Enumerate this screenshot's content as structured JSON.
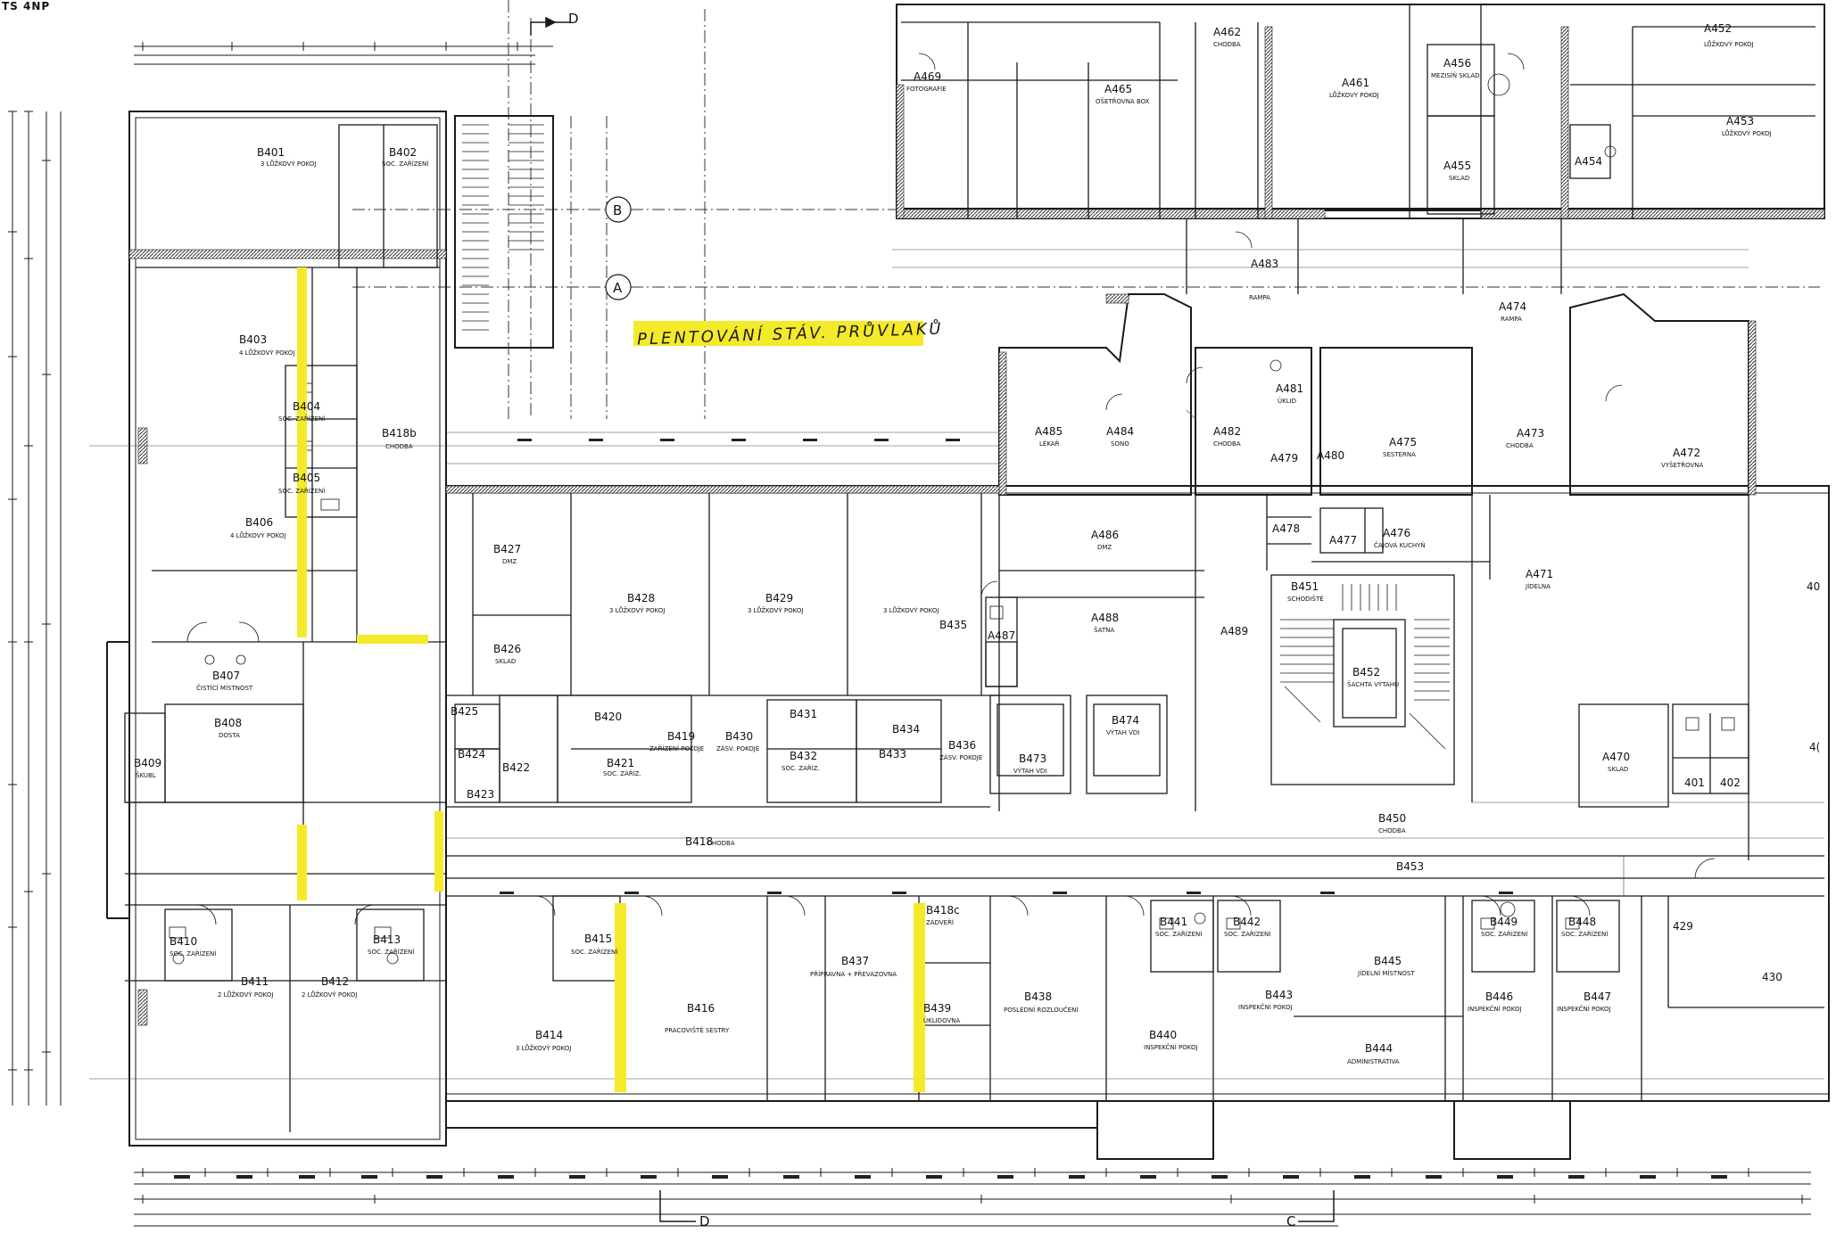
{
  "sheet_label": "TS 4NP",
  "note": "PLENTOVÁNÍ STÁV. PRŮVLAKŮ",
  "grid_markers": [
    {
      "id": "grid-B",
      "label": "B"
    },
    {
      "id": "grid-A",
      "label": "A"
    }
  ],
  "section_marks": [
    {
      "id": "section-d-top",
      "label": "D"
    },
    {
      "id": "section-d-bottom",
      "label": "D"
    },
    {
      "id": "section-c-bottom",
      "label": "C"
    }
  ],
  "rooms": [
    {
      "code": "B401",
      "name": "3 LŮŽKOVÝ POKOJ"
    },
    {
      "code": "B402",
      "name": "SOC. ZAŘÍZENÍ"
    },
    {
      "code": "B403",
      "name": "4 LŮŽKOVÝ POKOJ"
    },
    {
      "code": "B404",
      "name": "SOC. ZAŘÍZENÍ"
    },
    {
      "code": "B405",
      "name": "SOC. ZAŘÍZENÍ"
    },
    {
      "code": "B406",
      "name": "4 LŮŽKOVÝ POKOJ"
    },
    {
      "code": "B418b",
      "name": "CHODBA"
    },
    {
      "code": "B407",
      "name": "ČISTÍCÍ MÍSTNOST"
    },
    {
      "code": "B408",
      "name": "DOSTA"
    },
    {
      "code": "B409",
      "name": "ŠKUBL"
    },
    {
      "code": "B427",
      "name": "DMZ"
    },
    {
      "code": "B426",
      "name": "SKLAD"
    },
    {
      "code": "B428",
      "name": "3 LŮŽKOVÝ POKOJ"
    },
    {
      "code": "B429",
      "name": "3 LŮŽKOVÝ POKOJ"
    },
    {
      "code": "",
      "name": "3 LŮŽKOVÝ POKOJ"
    },
    {
      "code": "B435",
      "name": ""
    },
    {
      "code": "B425",
      "name": ""
    },
    {
      "code": "B424",
      "name": ""
    },
    {
      "code": "B422",
      "name": ""
    },
    {
      "code": "B423",
      "name": ""
    },
    {
      "code": "B420",
      "name": ""
    },
    {
      "code": "B421",
      "name": "SOC. ZAŘÍZ."
    },
    {
      "code": "B419",
      "name": "ZAŘÍZENÍ POKOJE"
    },
    {
      "code": "B430",
      "name": "ZÁSV. POKOJE"
    },
    {
      "code": "B431",
      "name": ""
    },
    {
      "code": "B432",
      "name": "SOC. ZAŘÍZ."
    },
    {
      "code": "B434",
      "name": ""
    },
    {
      "code": "B433",
      "name": ""
    },
    {
      "code": "B436",
      "name": "ZÁSV. POKOJE"
    },
    {
      "code": "B418",
      "name": "CHODBA"
    },
    {
      "code": "B410",
      "name": "SOC. ZAŘÍZENÍ"
    },
    {
      "code": "B413",
      "name": "SOC. ZAŘÍZENÍ"
    },
    {
      "code": "B411",
      "name": "2 LŮŽKOVÝ POKOJ"
    },
    {
      "code": "B412",
      "name": "2 LŮŽKOVÝ POKOJ"
    },
    {
      "code": "B415",
      "name": "SOC. ZAŘÍZENÍ"
    },
    {
      "code": "B414",
      "name": "3 LŮŽKOVÝ POKOJ"
    },
    {
      "code": "B416",
      "name": "PRACOVIŠTĚ SESTRY"
    },
    {
      "code": "B437",
      "name": "PŘÍPRAVNA + PŘEVAZOVNA"
    },
    {
      "code": "B418c",
      "name": "ZÁDVEŘÍ"
    },
    {
      "code": "B439",
      "name": "ÚKLIDOVNA"
    },
    {
      "code": "B438",
      "name": "POSLEDNÍ ROZLOUČENÍ"
    },
    {
      "code": "B441",
      "name": "SOC. ZAŘÍZENÍ"
    },
    {
      "code": "B440",
      "name": "INSPEKČNÍ POKOJ"
    },
    {
      "code": "B442",
      "name": "SOC. ZAŘÍZENÍ"
    },
    {
      "code": "B443",
      "name": "INSPEKČNÍ POKOJ"
    },
    {
      "code": "B445",
      "name": "JÍDELNÍ MÍSTNOST"
    },
    {
      "code": "B444",
      "name": "ADMINISTRATIVA"
    },
    {
      "code": "B449",
      "name": "SOC. ZAŘÍZENÍ"
    },
    {
      "code": "B446",
      "name": "INSPEKČNÍ POKOJ"
    },
    {
      "code": "B448",
      "name": "SOC. ZAŘÍZENÍ"
    },
    {
      "code": "B447",
      "name": "INSPEKČNÍ POKOJ"
    },
    {
      "code": "B451",
      "name": "SCHODIŠTĚ"
    },
    {
      "code": "B452",
      "name": "ŠACHTA VÝTAHU"
    },
    {
      "code": "B450",
      "name": "CHODBA"
    },
    {
      "code": "B453",
      "name": ""
    },
    {
      "code": "B473",
      "name": "VÝTAH VDI"
    },
    {
      "code": "B474",
      "name": "VÝTAH VDI"
    },
    {
      "code": "A485",
      "name": "LÉKAŘ"
    },
    {
      "code": "A484",
      "name": "SONO"
    },
    {
      "code": "A482",
      "name": "CHODBA"
    },
    {
      "code": "A481",
      "name": "ÚKLID"
    },
    {
      "code": "A479",
      "name": ""
    },
    {
      "code": "A480",
      "name": ""
    },
    {
      "code": "A478",
      "name": ""
    },
    {
      "code": "A477",
      "name": ""
    },
    {
      "code": "A475",
      "name": "SESTERNA"
    },
    {
      "code": "A476",
      "name": "ČAJOVÁ KUCHYŇ"
    },
    {
      "code": "A474",
      "name": "RAMPA"
    },
    {
      "code": "A473",
      "name": "CHODBA"
    },
    {
      "code": "A472",
      "name": "VYŠETŘOVNA"
    },
    {
      "code": "A471",
      "name": "JÍDELNA"
    },
    {
      "code": "A470",
      "name": "SKLAD"
    },
    {
      "code": "A486",
      "name": "DMZ"
    },
    {
      "code": "A488",
      "name": "ŠATNA"
    },
    {
      "code": "A487",
      "name": ""
    },
    {
      "code": "A489",
      "name": ""
    },
    {
      "code": "A483",
      "name": "RAMPA"
    },
    {
      "code": "A469",
      "name": "FOTOGRAFIE"
    },
    {
      "code": "A465",
      "name": "OŠETŘOVNA BOX"
    },
    {
      "code": "A462",
      "name": "CHODBA"
    },
    {
      "code": "A461",
      "name": "LŮŽKOVÝ POKOJ"
    },
    {
      "code": "A456",
      "name": "MEZISÍŇ SKLAD"
    },
    {
      "code": "A455",
      "name": "SKLAD"
    },
    {
      "code": "A454",
      "name": ""
    },
    {
      "code": "A453",
      "name": "LŮŽKOVÝ POKOJ"
    },
    {
      "code": "A452",
      "name": "LŮŽKOVÝ POKOJ"
    },
    {
      "code": "429",
      "name": ""
    },
    {
      "code": "430",
      "name": ""
    },
    {
      "code": "401",
      "name": ""
    },
    {
      "code": "402",
      "name": ""
    },
    {
      "code": "40",
      "name": ""
    },
    {
      "code": "4(",
      "name": ""
    }
  ],
  "colors": {
    "line": "#1a1a1a",
    "highlight": "#f4ea2a",
    "wall_hatch": "#555555"
  }
}
